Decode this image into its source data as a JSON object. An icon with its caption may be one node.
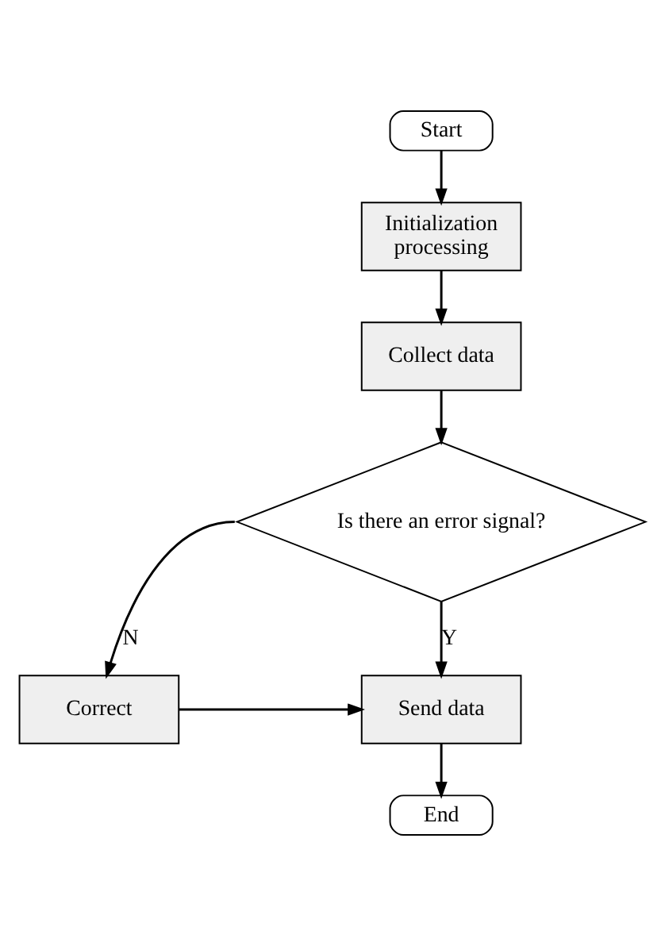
{
  "diagram": {
    "nodes": [
      {
        "text": [
          "Start"
        ]
      },
      {
        "text": [
          "Initialization processing"
        ]
      },
      {
        "text": [
          "Collect data"
        ]
      },
      {
        "text": [
          "Is there an error signal?"
        ]
      },
      {
        "text": [
          "Send data"
        ]
      },
      {
        "text": [
          "Correct"
        ]
      },
      {
        "text": [
          "End"
        ]
      }
    ],
    "edges": [
      {
        "from": 0,
        "to": 1,
        "arrow": "to"
      },
      {
        "from": 1,
        "to": 2,
        "arrow": "to"
      },
      {
        "from": 2,
        "to": 3,
        "arrow": "to"
      },
      {
        "from": 3,
        "to": 4,
        "arrow": "to",
        "label": "Y"
      },
      {
        "from": 3,
        "to": 5,
        "arrow": "to",
        "label": "N"
      },
      {
        "from": 5,
        "to": 4,
        "arrow": "to"
      },
      {
        "from": 4,
        "to": 6,
        "arrow": "to"
      }
    ]
  }
}
